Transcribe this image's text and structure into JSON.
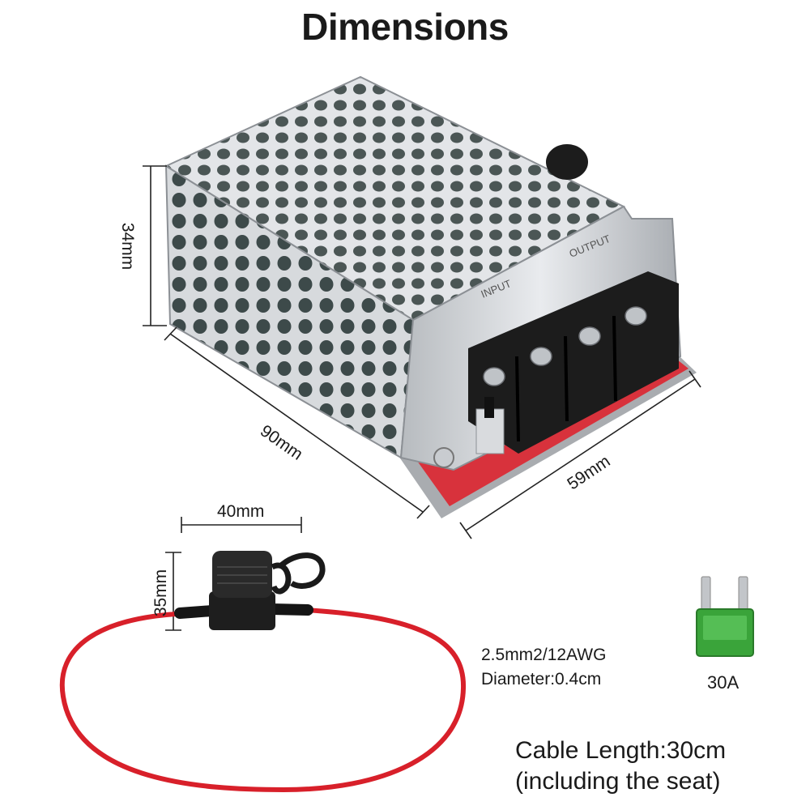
{
  "title": "Dimensions",
  "controller": {
    "height_label": "34mm",
    "length_label": "90mm",
    "width_label": "59mm",
    "terminal_input_label": "INPUT",
    "terminal_output_label": "OUTPUT"
  },
  "fuse_holder": {
    "width_label": "40mm",
    "height_label": "35mm",
    "wire_spec": "2.5mm2/12AWG",
    "wire_diameter": "Diameter:0.4cm"
  },
  "fuse": {
    "rating": "30A"
  },
  "cable": {
    "length": "Cable Length:30cm",
    "note": "(including the seat)"
  },
  "colors": {
    "wire": "#d8202a",
    "fuse_body": "#3aa43a",
    "metal": "#c9ccd0",
    "terminal": "#1c1c1c",
    "pcb": "#d8323c"
  }
}
